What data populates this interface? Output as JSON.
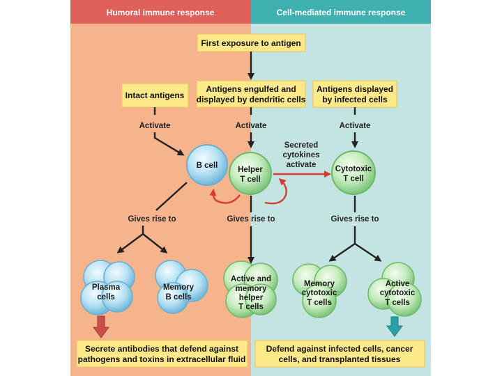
{
  "headers": {
    "humoral": "Humoral immune response",
    "cell_mediated": "Cell-mediated immune response"
  },
  "boxes": {
    "first_exposure": "First exposure to antigen",
    "intact_antigens": "Intact antigens",
    "engulfed_line1": "Antigens engulfed and",
    "engulfed_line2": "displayed by dendritic cells",
    "infected_line1": "Antigens displayed",
    "infected_line2": "by infected cells",
    "bottom_left_line1": "Secrete antibodies that defend against",
    "bottom_left_line2": "pathogens and toxins in extracellular fluid",
    "bottom_right_line1": "Defend against infected cells, cancer",
    "bottom_right_line2": "cells, and transplanted tissues"
  },
  "labels": {
    "activate": "Activate",
    "gives_rise_to": "Gives rise to",
    "cytokines_line1": "Secreted",
    "cytokines_line2": "cytokines",
    "cytokines_line3": "activate"
  },
  "cells": {
    "b_cell": "B cell",
    "helper_line1": "Helper",
    "helper_line2": "T cell",
    "cytotoxic_line1": "Cytotoxic",
    "cytotoxic_line2": "T cell",
    "plasma_line1": "Plasma",
    "plasma_line2": "cells",
    "memory_b_line1": "Memory",
    "memory_b_line2": "B cells",
    "active_helper_line1": "Active and",
    "active_helper_line2": "memory",
    "active_helper_line3": "helper",
    "active_helper_line4": "T cells",
    "memory_cyto_line1": "Memory",
    "memory_cyto_line2": "cytotoxic",
    "memory_cyto_line3": "T cells",
    "active_cyto_line1": "Active",
    "active_cyto_line2": "cytotoxic",
    "active_cyto_line3": "T cells"
  },
  "colors": {
    "humoral_header": "#e0605c",
    "cell_mediated_header": "#3fb0b0",
    "humoral_bg": "#f6b48c",
    "cell_mediated_bg": "#c4e4e2",
    "box_fill": "#fde98a",
    "b_cell_fill": "#aedcf0",
    "t_cell_fill": "#bde6b4",
    "red_arrow": "#d63a33",
    "plasma_arrow": "#c85048",
    "teal_arrow": "#2aa0a8"
  }
}
